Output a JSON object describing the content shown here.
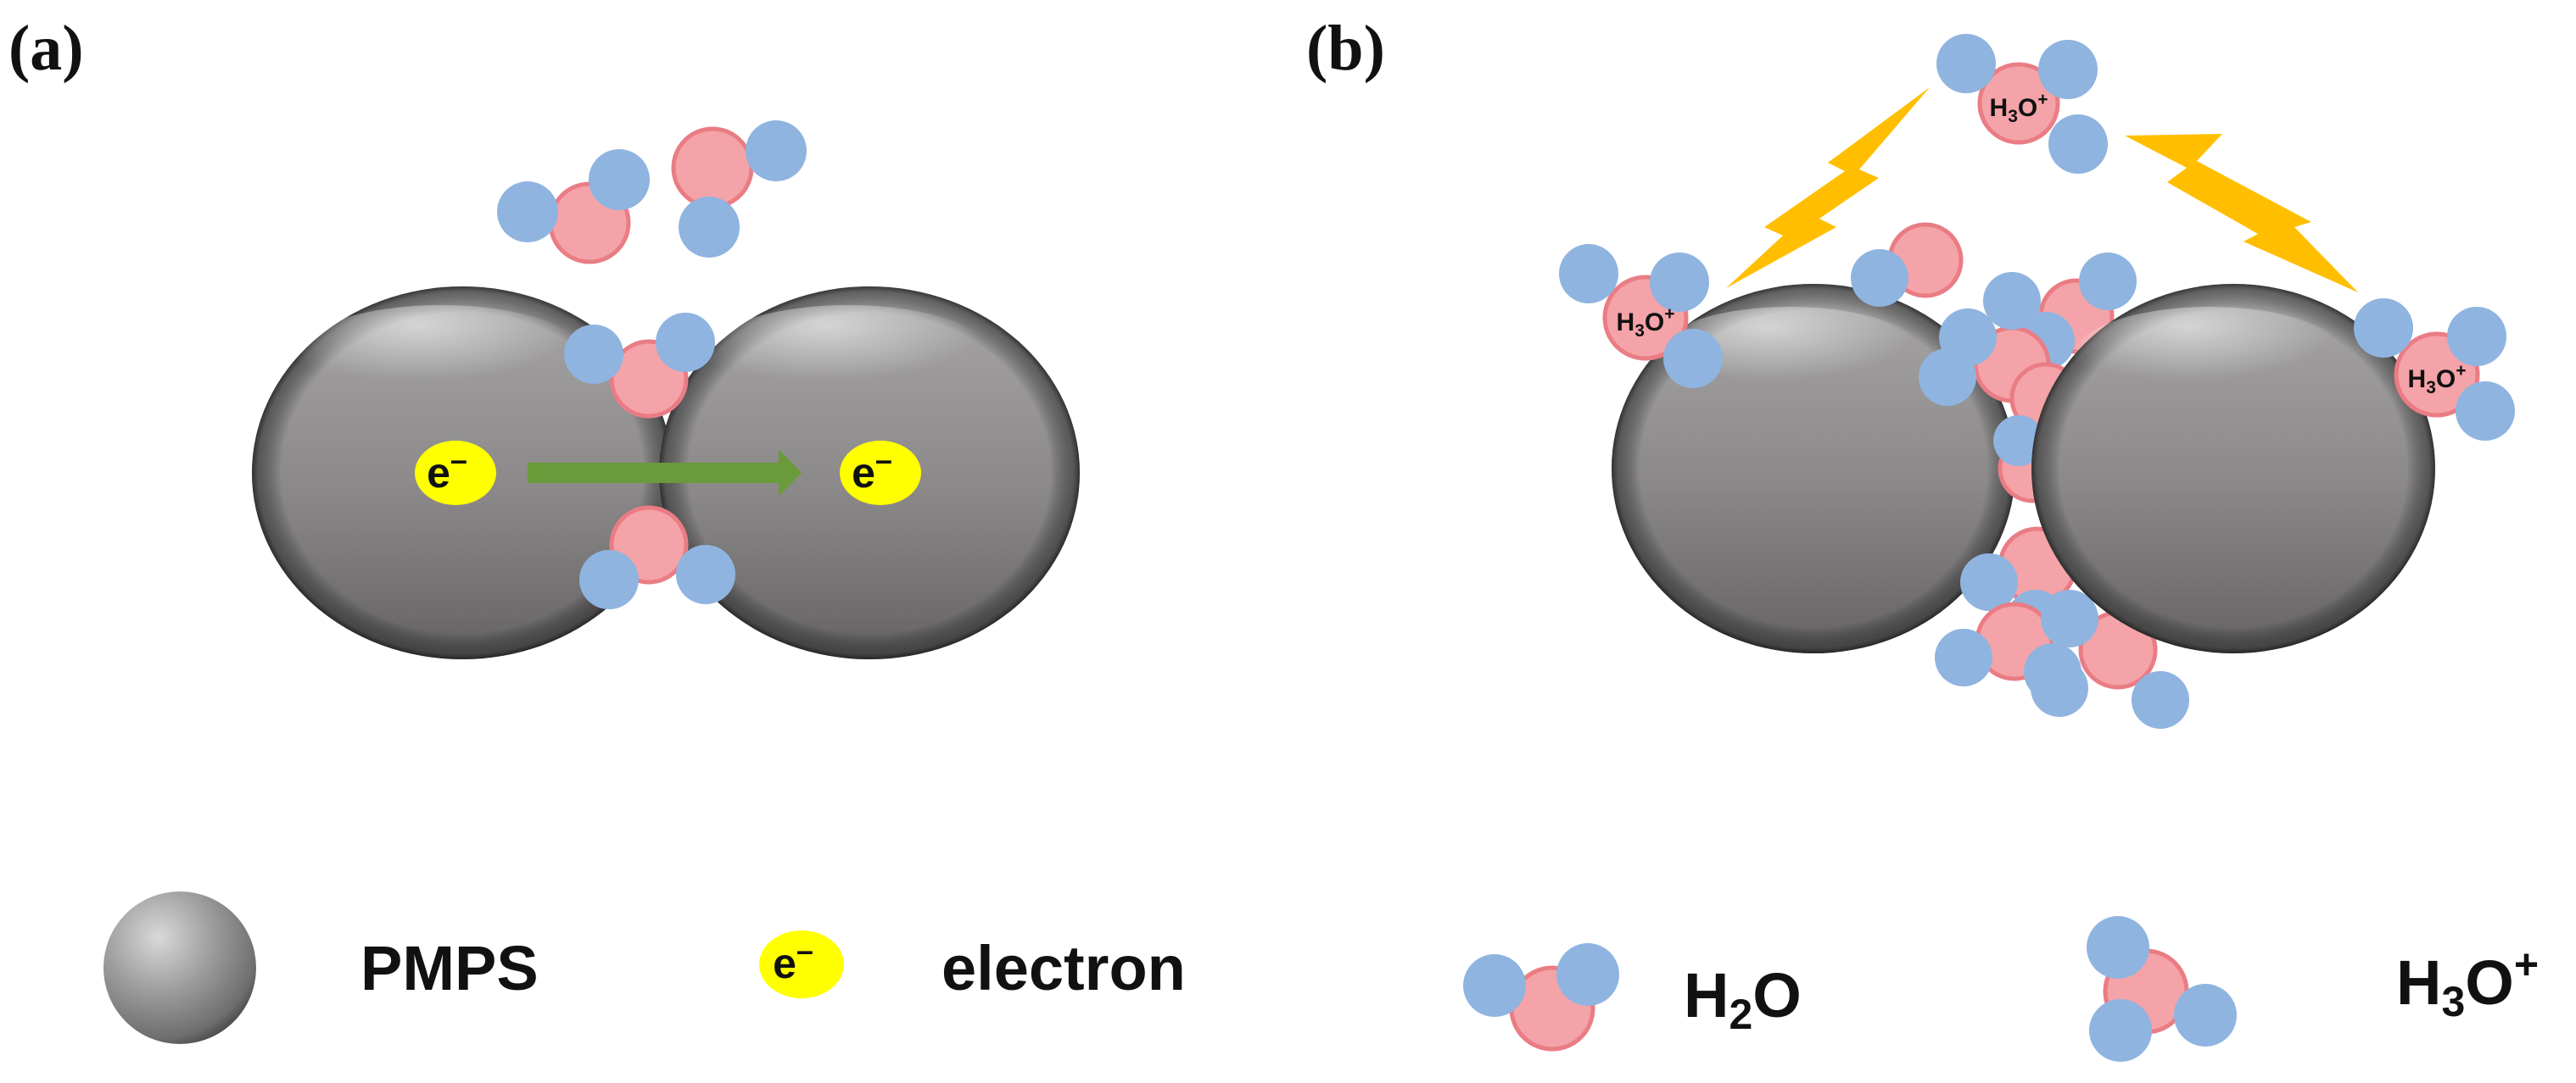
{
  "panels": {
    "a": {
      "label": "(a)"
    },
    "b": {
      "label": "(b)"
    }
  },
  "electron_symbol": {
    "base": "e",
    "sup": "–"
  },
  "h3o_ion": {
    "h": "H",
    "sub": "3",
    "o": "O",
    "sup": "+"
  },
  "legend": {
    "pmps": "PMPS",
    "electron": "electron",
    "h2o": {
      "h": "H",
      "sub": "2",
      "o": "O"
    },
    "h3o": {
      "h": "H",
      "sub": "3",
      "o": "O",
      "sup": "+"
    }
  },
  "colors": {
    "particle_gray": "#8c8c8c",
    "hydrogen_blue": "#8fb4e0",
    "oxygen_pink": "#f4a3a8",
    "oxygen_stroke": "#ea7c84",
    "electron_yellow": "#ffff00",
    "arrow_green": "#6b9a3a",
    "lightning_orange": "#ffbf00"
  }
}
